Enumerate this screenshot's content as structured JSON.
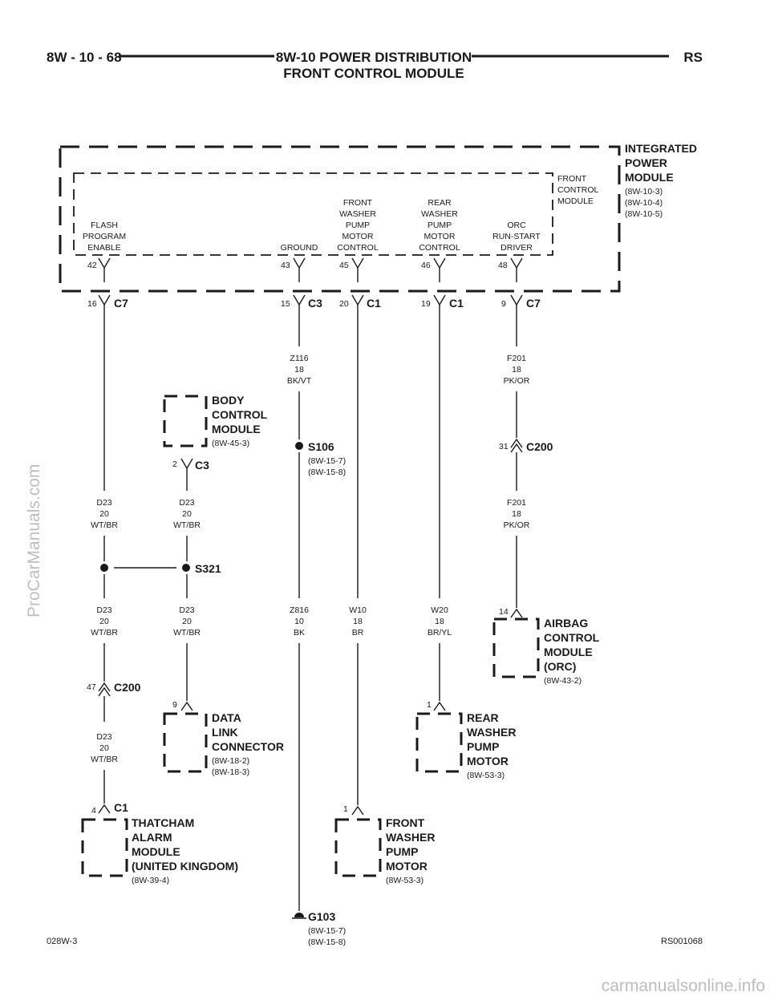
{
  "header": {
    "page_number": "8W - 10 - 68",
    "title_line1": "8W-10 POWER DISTRIBUTION",
    "title_line2": "FRONT CONTROL MODULE",
    "model": "RS"
  },
  "ipm": {
    "name": [
      "INTEGRATED",
      "POWER",
      "MODULE"
    ],
    "refs": [
      "(8W-10-3)",
      "(8W-10-4)",
      "(8W-10-5)"
    ]
  },
  "fcm": {
    "name": [
      "FRONT",
      "CONTROL",
      "MODULE"
    ]
  },
  "circuit_labels": {
    "flash": [
      "FLASH",
      "PROGRAM",
      "ENABLE"
    ],
    "ground": [
      "GROUND"
    ],
    "front_washer": [
      "FRONT",
      "WASHER",
      "PUMP",
      "MOTOR",
      "CONTROL"
    ],
    "rear_washer": [
      "REAR",
      "WASHER",
      "PUMP",
      "MOTOR",
      "CONTROL"
    ],
    "orc": [
      "ORC",
      "RUN-START",
      "DRIVER"
    ]
  },
  "fcm_pins": [
    "42",
    "43",
    "45",
    "46",
    "48"
  ],
  "ipm_connectors": [
    {
      "pin": "16",
      "name": "C7"
    },
    {
      "pin": "15",
      "name": "C3"
    },
    {
      "pin": "20",
      "name": "C1"
    },
    {
      "pin": "19",
      "name": "C1"
    },
    {
      "pin": "9",
      "name": "C7"
    }
  ],
  "wires": {
    "z116": [
      "Z116",
      "18",
      "BK/VT"
    ],
    "f201_a": [
      "F201",
      "18",
      "PK/OR"
    ],
    "f201_b": [
      "F201",
      "18",
      "PK/OR"
    ],
    "d23_a": [
      "D23",
      "20",
      "WT/BR"
    ],
    "d23_b": [
      "D23",
      "20",
      "WT/BR"
    ],
    "d23_c": [
      "D23",
      "20",
      "WT/BR"
    ],
    "d23_d": [
      "D23",
      "20",
      "WT/BR"
    ],
    "d23_e": [
      "D23",
      "20",
      "WT/BR"
    ],
    "z816": [
      "Z816",
      "10",
      "BK"
    ],
    "w10": [
      "W10",
      "18",
      "BR"
    ],
    "w20": [
      "W20",
      "18",
      "BR/YL"
    ]
  },
  "bcm": {
    "name": [
      "BODY",
      "CONTROL",
      "MODULE"
    ],
    "ref": "(8W-45-3)",
    "pin": "2",
    "connector": "C3"
  },
  "splices": {
    "s106": {
      "name": "S106",
      "refs": [
        "(8W-15-7)",
        "(8W-15-8)"
      ]
    },
    "s321": {
      "name": "S321"
    }
  },
  "c200_orc": {
    "pin": "31",
    "name": "C200"
  },
  "c200_alarm": {
    "pin": "47",
    "name": "C200"
  },
  "airbag": {
    "name": [
      "AIRBAG",
      "CONTROL",
      "MODULE",
      "(ORC)"
    ],
    "ref": "(8W-43-2)",
    "pin": "14"
  },
  "dlc": {
    "name": [
      "DATA",
      "LINK",
      "CONNECTOR"
    ],
    "refs": [
      "(8W-18-2)",
      "(8W-18-3)"
    ],
    "pin": "9"
  },
  "rear_motor": {
    "name": [
      "REAR",
      "WASHER",
      "PUMP",
      "MOTOR"
    ],
    "ref": "(8W-53-3)",
    "pin": "1"
  },
  "alarm": {
    "name": [
      "THATCHAM",
      "ALARM",
      "MODULE",
      "(UNITED KINGDOM)"
    ],
    "ref": "(8W-39-4)",
    "pin": "4",
    "connector": "C1"
  },
  "front_motor": {
    "name": [
      "FRONT",
      "WASHER",
      "PUMP",
      "MOTOR"
    ],
    "ref": "(8W-53-3)",
    "pin": "1"
  },
  "ground": {
    "name": "G103",
    "refs": [
      "(8W-15-7)",
      "(8W-15-8)"
    ]
  },
  "footer": {
    "left": "028W-3",
    "right": "RS001068"
  },
  "watermarks": {
    "side": "ProCarManuals.com",
    "bottom": "carmanualsonline.info"
  }
}
